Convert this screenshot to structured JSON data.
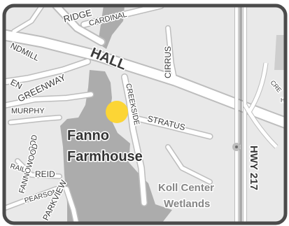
{
  "colors": {
    "park": "#acacac",
    "background": "#e9e9e9",
    "road": "#ffffff",
    "road_casing": "#bdbdbd",
    "rail": "#6d6d6d",
    "frame": "#4b4b4b",
    "marker": "#fcd535",
    "poi_dark": "#333333",
    "poi_gray": "#858585"
  },
  "marker": {
    "icon": "location-dot-icon"
  },
  "labels": {
    "ridge": "RIDGE",
    "cardinal": "CARDINAL",
    "windmill": "NDMILL",
    "hall": "HALL",
    "cirrus": "CIRRUS",
    "en": "EN",
    "greenway": "GREENWAY",
    "creekside": "CREEKSIDE",
    "stratus": "STRATUS",
    "murphy": "MURPHY",
    "wood": "OOD",
    "fannowood": "FANNOWOOD",
    "reid": "REID",
    "rail": "RAIL",
    "pearson": "PEARSON",
    "parkview": "PARKVIEW",
    "greenway_bottom": "Greenway",
    "hwy": "HWY 217",
    "cre_right": "CRE",
    "h_right": "H"
  },
  "pois": {
    "fanno_line1": "Fanno",
    "fanno_line2": "Farmhouse",
    "koll_line1": "Koll Center",
    "koll_line2": "Wetlands"
  }
}
